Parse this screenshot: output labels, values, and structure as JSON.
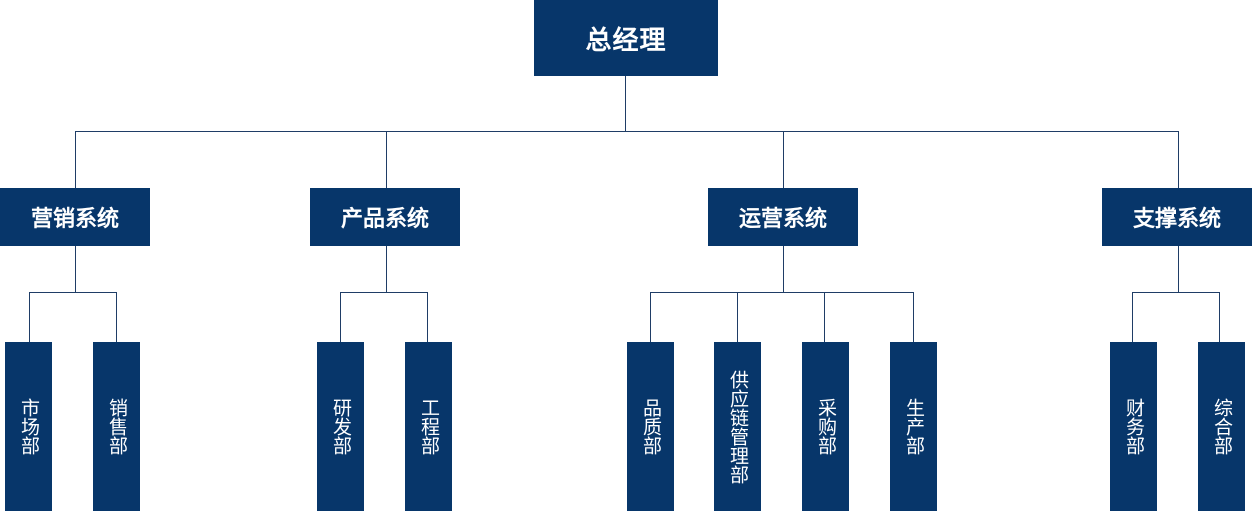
{
  "chart": {
    "root": "总经理",
    "systems": [
      {
        "name": "营销系统",
        "departments": [
          "市场部",
          "销售部"
        ]
      },
      {
        "name": "产品系统",
        "departments": [
          "研发部",
          "工程部"
        ]
      },
      {
        "name": "运营系统",
        "departments": [
          "品质部",
          "供应链管理部",
          "采购部",
          "生产部"
        ]
      },
      {
        "name": "支撑系统",
        "departments": [
          "财务部",
          "综合部"
        ]
      }
    ]
  },
  "colors": {
    "box": "#07366a",
    "line": "#1f3d66",
    "text": "#ffffff"
  }
}
